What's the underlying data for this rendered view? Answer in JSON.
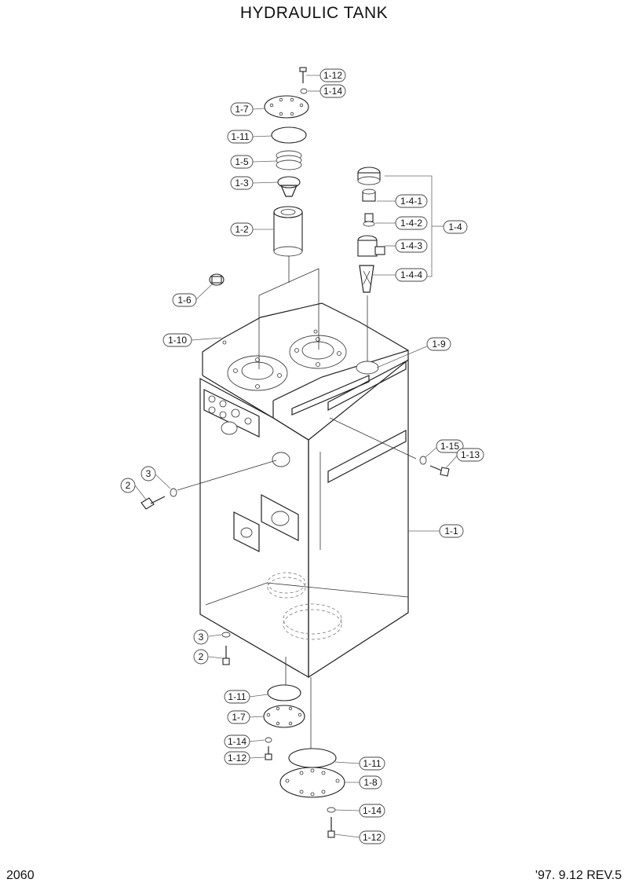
{
  "title": "HYDRAULIC TANK",
  "page_number": "2060",
  "revision": "'97. 9.12  REV.5",
  "callouts": [
    {
      "id": "c-1-12-top",
      "text": "1-12"
    },
    {
      "id": "c-1-14-top",
      "text": "1-14"
    },
    {
      "id": "c-1-7-top",
      "text": "1-7"
    },
    {
      "id": "c-1-11-top",
      "text": "1-11"
    },
    {
      "id": "c-1-5",
      "text": "1-5"
    },
    {
      "id": "c-1-3",
      "text": "1-3"
    },
    {
      "id": "c-1-2",
      "text": "1-2"
    },
    {
      "id": "c-1-6",
      "text": "1-6"
    },
    {
      "id": "c-1-10",
      "text": "1-10"
    },
    {
      "id": "c-1-4-1",
      "text": "1-4-1"
    },
    {
      "id": "c-1-4-2",
      "text": "1-4-2"
    },
    {
      "id": "c-1-4-3",
      "text": "1-4-3"
    },
    {
      "id": "c-1-4-4",
      "text": "1-4-4"
    },
    {
      "id": "c-1-4",
      "text": "1-4"
    },
    {
      "id": "c-1-9",
      "text": "1-9"
    },
    {
      "id": "c-1-15",
      "text": "1-15"
    },
    {
      "id": "c-1-13",
      "text": "1-13"
    },
    {
      "id": "c-2-left",
      "text": "2"
    },
    {
      "id": "c-3-left",
      "text": "3"
    },
    {
      "id": "c-1-1",
      "text": "1-1"
    },
    {
      "id": "c-3-bottom",
      "text": "3"
    },
    {
      "id": "c-2-bottom",
      "text": "2"
    },
    {
      "id": "c-1-11-mid",
      "text": "1-11"
    },
    {
      "id": "c-1-7-bottom",
      "text": "1-7"
    },
    {
      "id": "c-1-14-mid",
      "text": "1-14"
    },
    {
      "id": "c-1-12-mid",
      "text": "1-12"
    },
    {
      "id": "c-1-11-bottom",
      "text": "1-11"
    },
    {
      "id": "c-1-8",
      "text": "1-8"
    },
    {
      "id": "c-1-14-bottom",
      "text": "1-14"
    },
    {
      "id": "c-1-12-bottom",
      "text": "1-12"
    }
  ]
}
